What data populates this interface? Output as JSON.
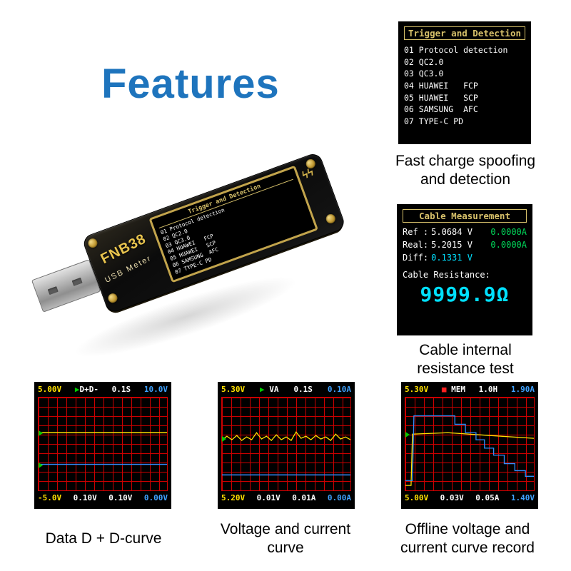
{
  "heading": {
    "title": "Features"
  },
  "device": {
    "model": "FNB38",
    "label": "USB Meter"
  },
  "trigger_screen": {
    "title": "Trigger and Detection",
    "items": [
      "01 Protocol detection",
      "02 QC2.0",
      "03 QC3.0",
      "04 HUAWEI   FCP",
      "05 HUAWEI   SCP",
      "06 SAMSUNG  AFC",
      "07 TYPE-C PD"
    ],
    "caption": "Fast charge spoofing and detection"
  },
  "cable_screen": {
    "title": "Cable Measurement",
    "rows": [
      {
        "label": "Ref :",
        "volt": "5.0684 V",
        "amp": "0.0000A"
      },
      {
        "label": "Real:",
        "volt": "5.2015 V",
        "amp": "0.0000A"
      },
      {
        "label": "Diff:",
        "volt": "0.1331 V",
        "amp": ""
      }
    ],
    "resistance_label": "Cable Resistance:",
    "resistance_value": "9999.9Ω",
    "caption": "Cable internal resistance test"
  },
  "scopes": [
    {
      "header": {
        "v1": "5.00V",
        "marker": "▶",
        "mode": "D+D-",
        "time": "0.1S",
        "v2": "10.0V"
      },
      "footer": [
        "-5.0V",
        "0.10V",
        "0.10V",
        "0.00V"
      ],
      "caption": "Data D + D-curve"
    },
    {
      "header": {
        "v1": "5.30V",
        "marker": "▶",
        "mode": "VA",
        "time": "0.1S",
        "v2": "0.10A"
      },
      "footer": [
        "5.20V",
        "0.01V",
        "0.01A",
        "0.00A"
      ],
      "caption": "Voltage and current curve"
    },
    {
      "header": {
        "v1": "5.30V",
        "marker": "■",
        "mode": "MEM",
        "time": "1.0H",
        "v2": "1.90A"
      },
      "footer": [
        "5.00V",
        "0.03V",
        "0.05A",
        "1.40V"
      ],
      "caption": "Offline voltage and current curve record"
    }
  ]
}
